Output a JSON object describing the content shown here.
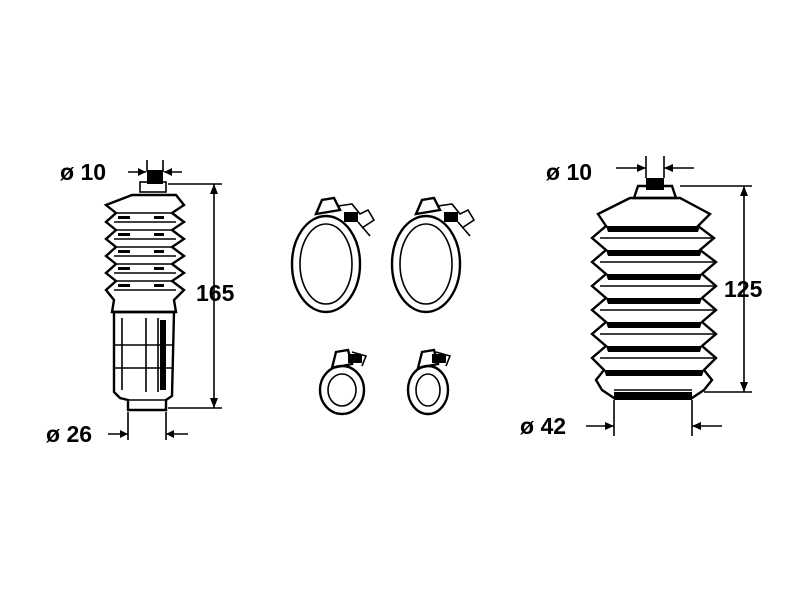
{
  "diagram": {
    "left_boot": {
      "top_diameter": "ø 10",
      "bottom_diameter": "ø 26",
      "length": "165"
    },
    "right_boot": {
      "top_diameter": "ø 10",
      "bottom_diameter": "ø 42",
      "length": "125"
    },
    "colors": {
      "line": "#000000",
      "background": "#ffffff"
    },
    "icons": [
      "bellows-boot-icon",
      "large-clamp-icon",
      "small-clamp-icon"
    ]
  }
}
